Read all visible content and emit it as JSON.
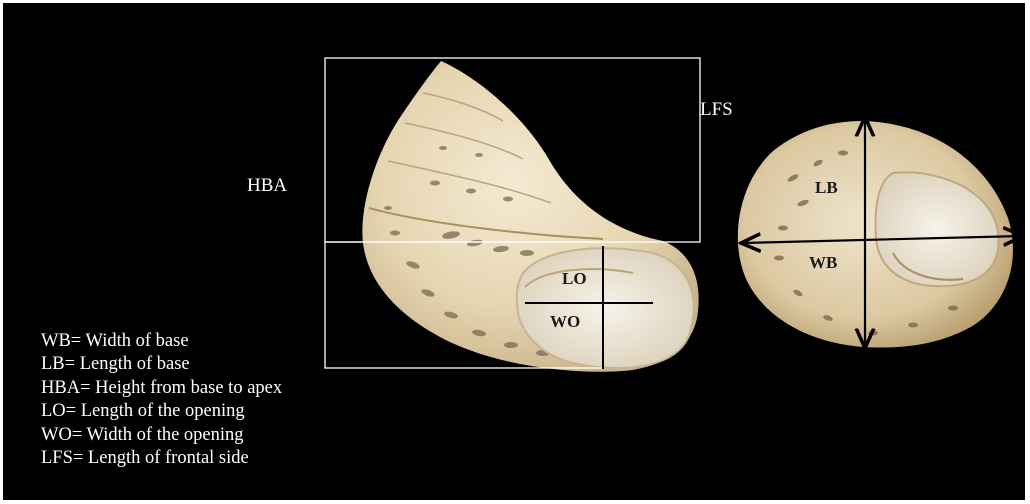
{
  "labels": {
    "hba": "HBA",
    "lfs": "LFS",
    "lo": "LO",
    "wo": "WO",
    "lb": "LB",
    "wb": "WB"
  },
  "legend": [
    "WB= Width of base",
    "LB= Length of base",
    "HBA= Height from base to apex",
    "LO= Length of the opening",
    "WO= Width of the opening",
    "LFS= Length of frontal side"
  ],
  "colors": {
    "background": "#000000",
    "text": "#ffffff",
    "shell": "#e9dcc0",
    "measure_lines": "#ffffff",
    "arrows": "#000000"
  }
}
